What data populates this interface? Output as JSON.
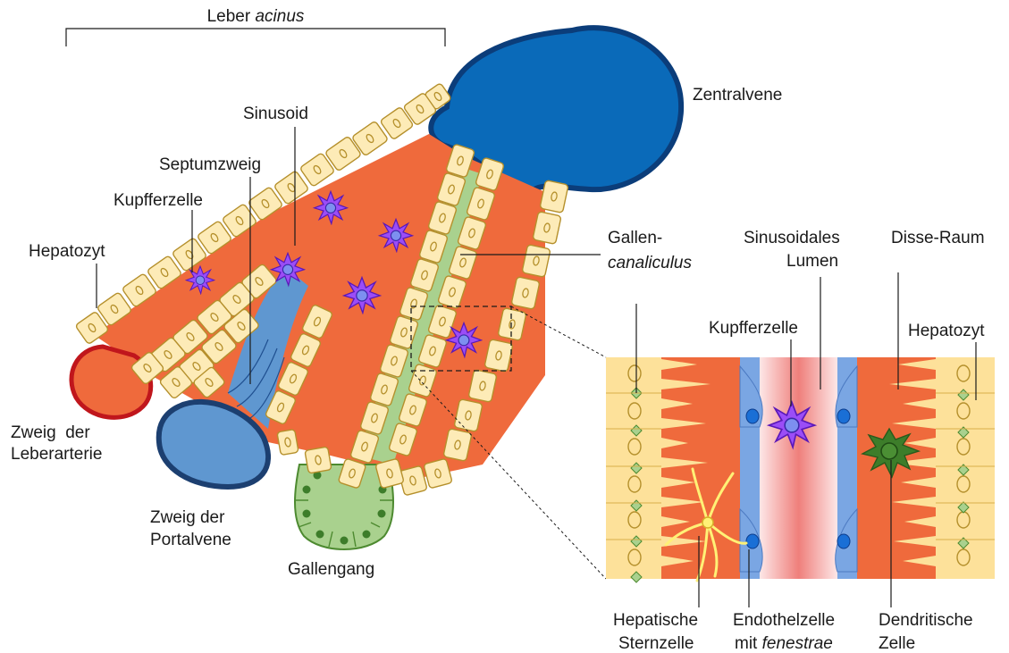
{
  "labels": {
    "acinus_prefix": "Leber ",
    "acinus_italic": "acinus",
    "zentralvene": "Zentralvene",
    "sinusoid": "Sinusoid",
    "septumzweig": "Septumzweig",
    "kupfferzelle": "Kupfferzelle",
    "hepatozyt": "Hepatozyt",
    "zweig_leberarterie_1": "Zweig  der",
    "zweig_leberarterie_2": "Leberarterie",
    "zweig_portalvene_1": "Zweig der",
    "zweig_portalvene_2": "Portalvene",
    "gallengang": "Gallengang",
    "gallen_1": "Gallen-",
    "gallen_2_italic": "canaliculus",
    "sinusoidales_1": "Sinusoidales",
    "sinusoidales_2": "Lumen",
    "disse_raum": "Disse-Raum",
    "inset_kupfferzelle": "Kupfferzelle",
    "inset_hepatozyt": "Hepatozyt",
    "hepatische_1": "Hepatische",
    "hepatische_2": "Sternzelle",
    "endothel_1": "Endothelzelle",
    "endothel_2_prefix": "mit ",
    "endothel_2_italic": "fenestrae",
    "dendritische_1": "Dendritische",
    "dendritische_2": "Zelle"
  },
  "colors": {
    "sinusoid": "#ef6a3c",
    "hepatocyte": "#fdebb7",
    "hepatocyte_border": "#b5902c",
    "central_vein": "#0a6ab9",
    "central_vein_border": "#0b3d7a",
    "portal_vein": "#5f97d0",
    "artery_border": "#c0161c",
    "bile": "#a9d18e",
    "kupffer": "#8b3cf5",
    "stellate": "#fff176",
    "dendritic": "#3d7d2a",
    "endothelial": "#7aa6e3",
    "lumen": "#f6b6b0"
  }
}
